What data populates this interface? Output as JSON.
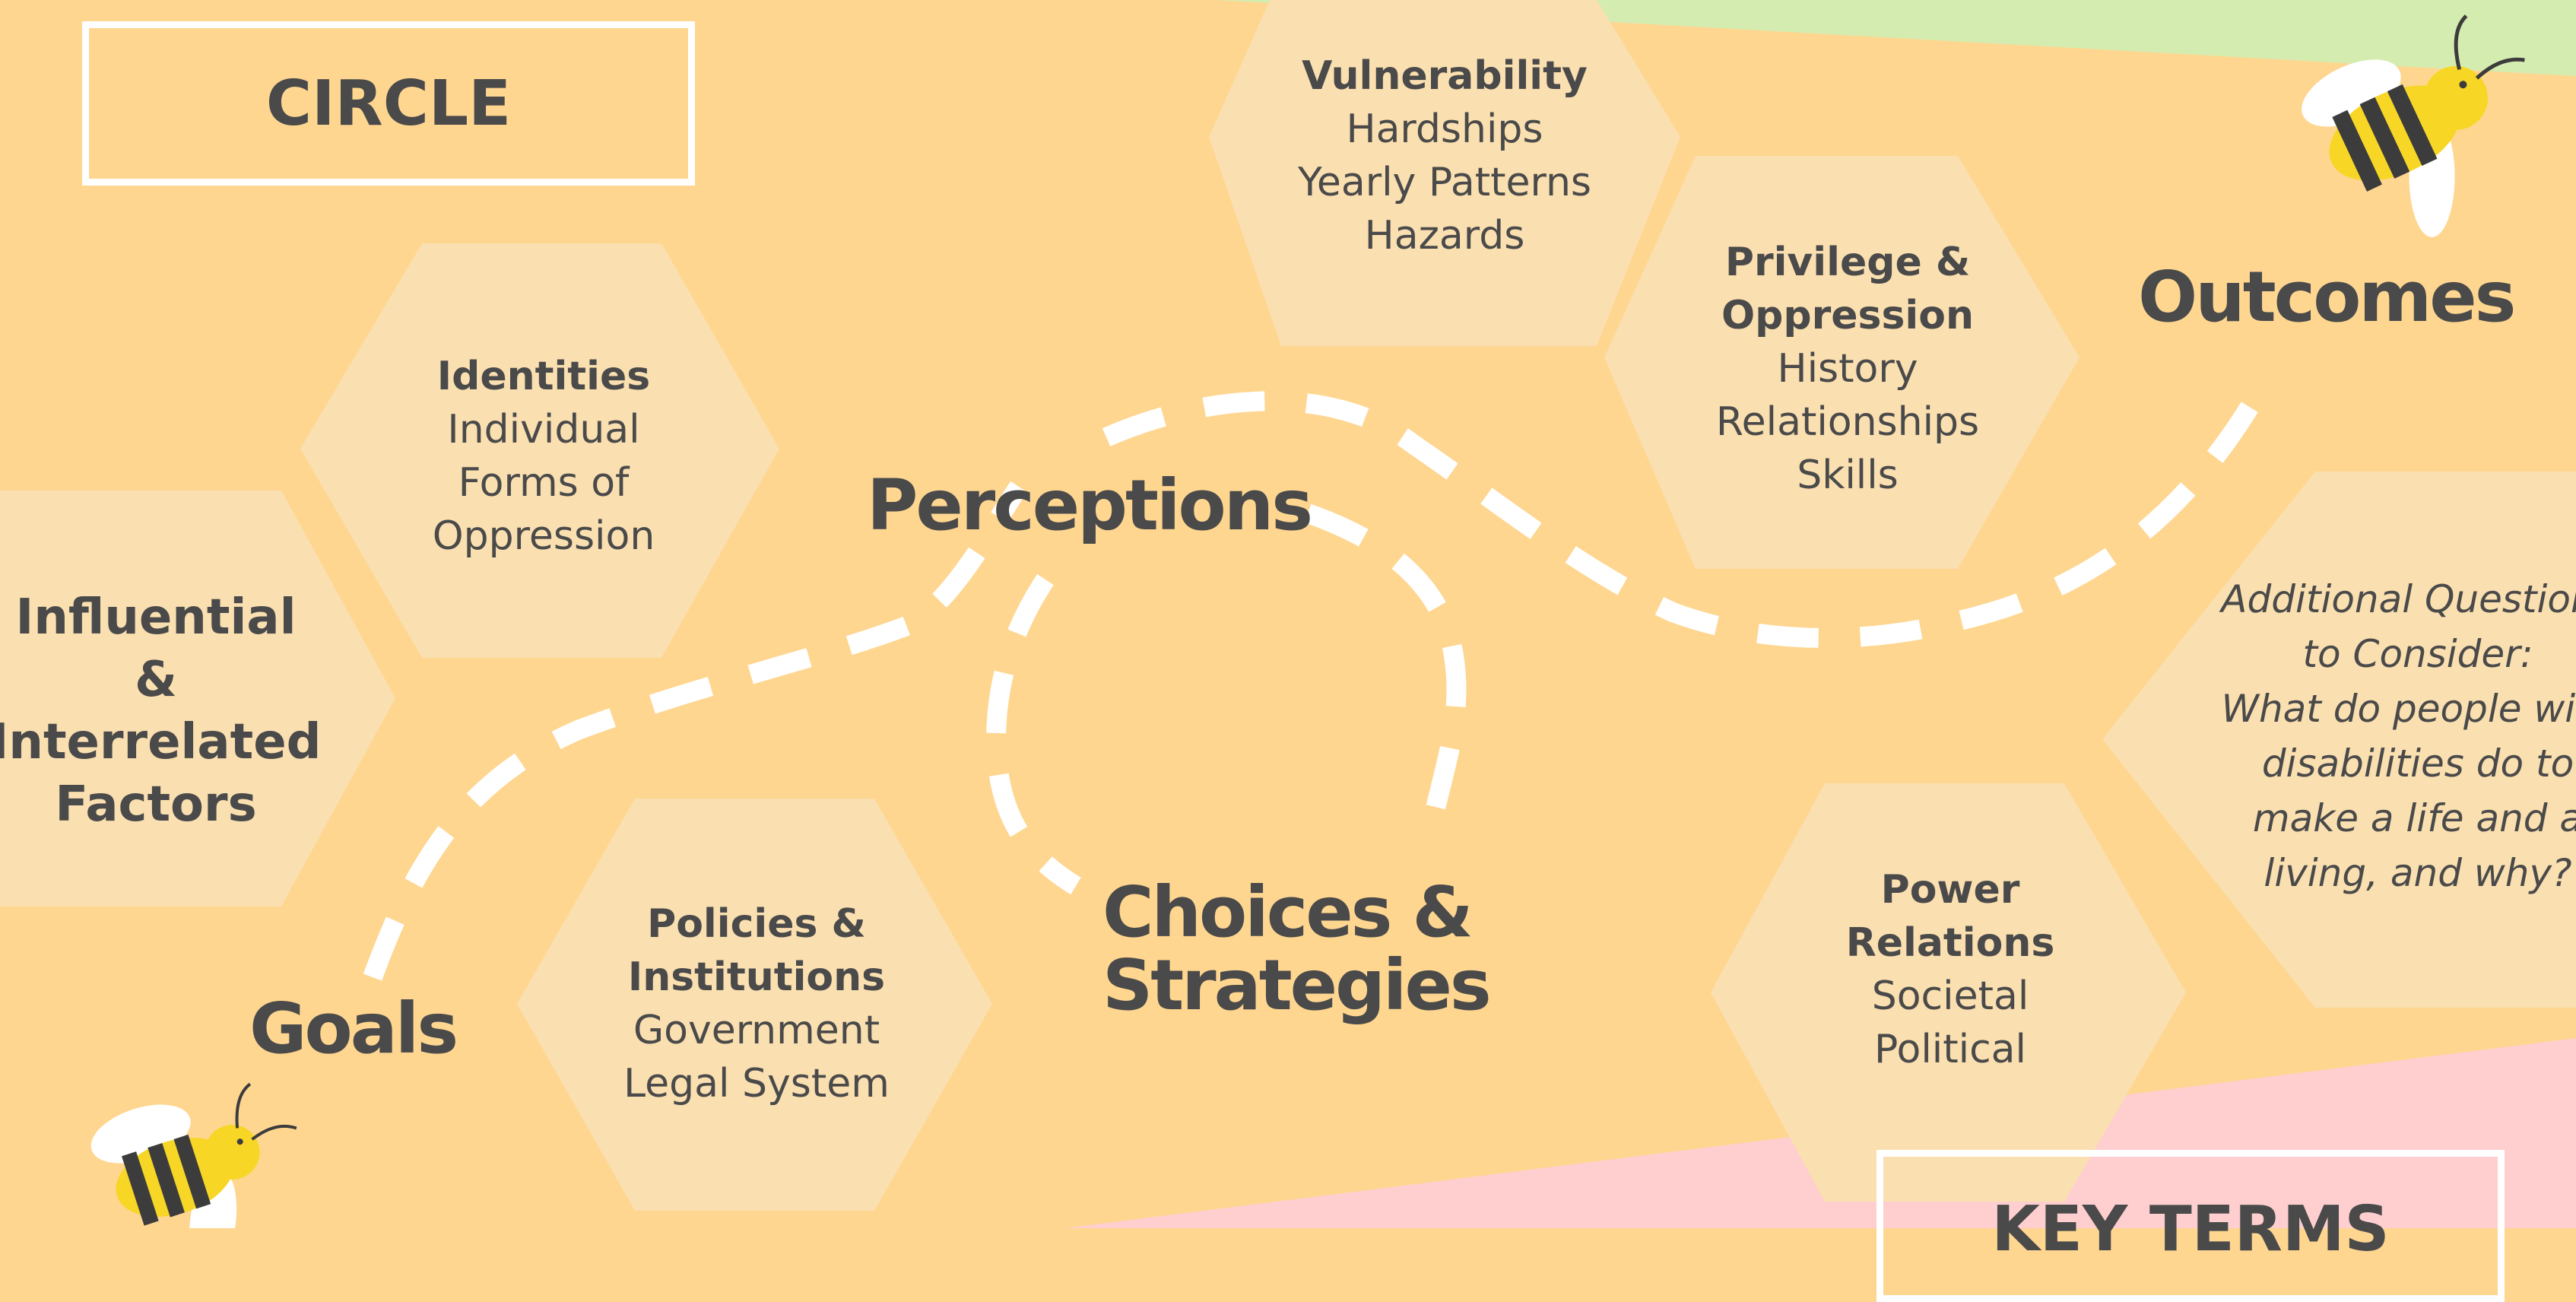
{
  "title_box": {
    "label": "CIRCLE"
  },
  "key_terms": {
    "label": "KEY TERMS"
  },
  "hexagons": [
    {
      "id": "vulnerability",
      "heading": "Vulnerability",
      "lines": [
        "Hardships",
        "Yearly Patterns",
        "Hazards"
      ]
    },
    {
      "id": "privilege",
      "heading": "Privilege & Oppression",
      "lines": [
        "History",
        "Relationships",
        "Skills"
      ]
    },
    {
      "id": "identities",
      "heading": "Identities",
      "lines": [
        "Individual",
        "Forms of",
        "Oppression"
      ]
    },
    {
      "id": "policies",
      "heading": "Policies & Institutions",
      "lines": [
        "Government",
        "Legal System"
      ]
    },
    {
      "id": "power",
      "heading": "Power Relations",
      "lines": [
        "Societal",
        "Political"
      ]
    }
  ],
  "influential_factors": {
    "lines": [
      "Influential &",
      "Interrelated",
      "Factors"
    ]
  },
  "stages": {
    "perceptions": "Perceptions",
    "outcomes": "Outcomes",
    "goals": "Goals",
    "choices": [
      "Choices &",
      "Strategies"
    ]
  },
  "question": {
    "lines": [
      "Additional Questions",
      "to Consider:",
      "What do people with",
      "disabilities do to",
      "make a life and a",
      "living, and why?"
    ]
  },
  "colors": {
    "background": "#FED690",
    "hexagon": "#FADFB0",
    "green_band": "#D5ECB0",
    "pink_band": "#FFCFCF",
    "text": "#4A4A4A",
    "path": "#FFFFFF",
    "bee_body": "#F7D626",
    "bee_stripe": "#3C3C3C"
  },
  "icons": [
    "bee-icon",
    "bee-icon"
  ]
}
